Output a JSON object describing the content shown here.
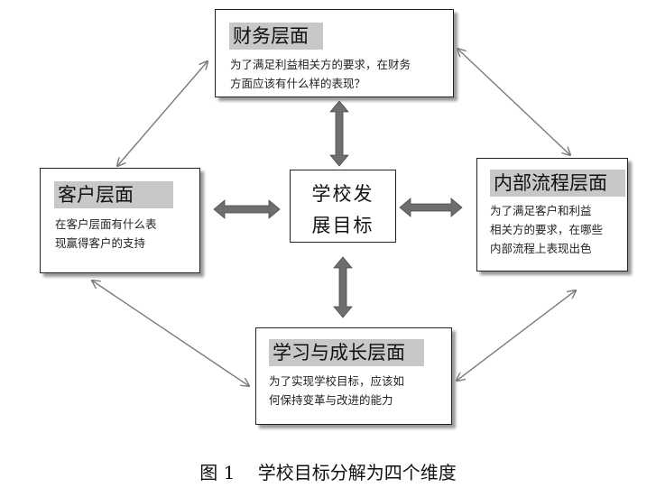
{
  "boxes": {
    "financial": {
      "title": "财务层面",
      "desc_line1": "为了满足利益相关方的要求，在财务",
      "desc_line2": "方面应该有什么样的表现？"
    },
    "customer": {
      "title": "客户层面",
      "desc_line1": "在客户层面有什么表",
      "desc_line2": "现赢得客户的支持"
    },
    "internal": {
      "title": "内部流程层面",
      "desc_line1": "为了满足客户和利益",
      "desc_line2": "相关方的要求，在哪些",
      "desc_line3": "内部流程上表现出色"
    },
    "learning": {
      "title": "学习与成长层面",
      "desc_line1": "为了实现学校目标，应该如",
      "desc_line2": "何保持变革与改进的能力"
    }
  },
  "center": {
    "line1": "学校发",
    "line2": "展目标"
  },
  "caption": {
    "text": "图 1    学校目标分解为四个维度"
  },
  "colors": {
    "title_highlight": "#c8c8c8",
    "thick_arrow": "#6e6e6e",
    "thin_arrow": "#7a7a7a"
  }
}
